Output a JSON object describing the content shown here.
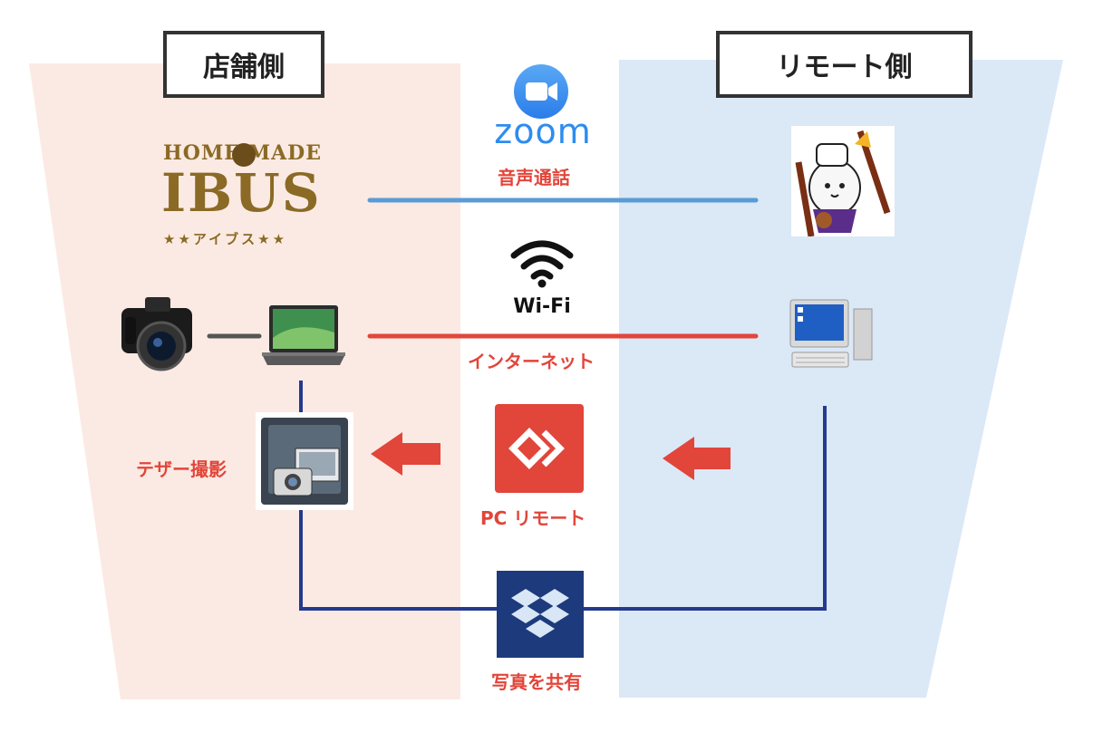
{
  "labels": {
    "store_side": "店舗側",
    "remote_side": "リモート側"
  },
  "zoom": {
    "brand": "zoom",
    "caption": "音声通話"
  },
  "wifi": {
    "brand": "Wi-Fi",
    "caption": "インターネット"
  },
  "pc_remote": {
    "caption": "PC リモート"
  },
  "tether": {
    "caption": "テザー撮影"
  },
  "share": {
    "caption": "写真を共有"
  },
  "store_logo": {
    "line1": "HOME MADE",
    "line2": "IBUS",
    "line3": "★★アイブス★★"
  },
  "colors": {
    "store_panel": "#fbeae3",
    "remote_panel": "#dbe8f6",
    "zoom_line": "#5b9bd5",
    "internet_line": "#e2453a",
    "share_line": "#243a8f",
    "accent_red": "#e2453a",
    "logo_gold": "#8a6a25"
  },
  "icons": [
    "zoom-icon",
    "wifi-icon",
    "camera-icon",
    "laptop-icon",
    "desktop-pc-icon",
    "tether-app-icon",
    "chrome-remote-desktop-icon",
    "dropbox-icon",
    "mascot-illustration",
    "arrow-left-icon"
  ]
}
